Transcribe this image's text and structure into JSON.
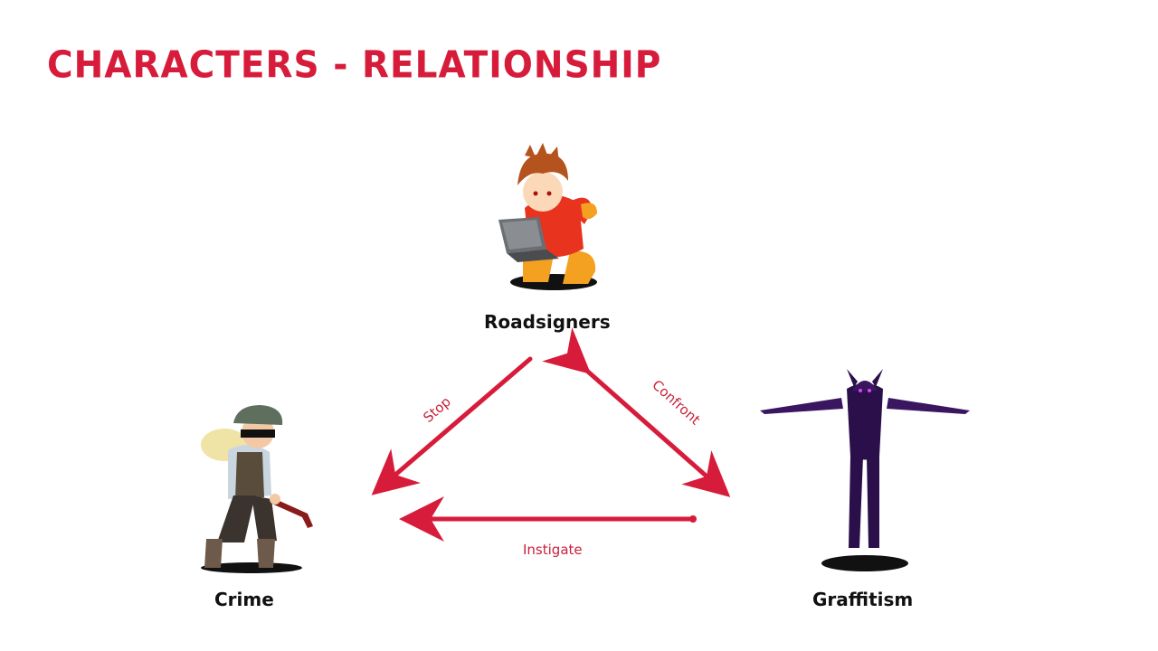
{
  "slide": {
    "title": "CHARACTERS - RELATIONSHIP",
    "accent_color": "#d61c3a"
  },
  "nodes": [
    {
      "id": "roadsigners",
      "label": "Roadsigners",
      "icon": "hacker-character-icon"
    },
    {
      "id": "crime",
      "label": "Crime",
      "icon": "thief-character-icon"
    },
    {
      "id": "graffitism",
      "label": "Graffitism",
      "icon": "purple-creature-icon"
    }
  ],
  "edges": [
    {
      "from": "roadsigners",
      "to": "crime",
      "label": "Stop"
    },
    {
      "from": "graffitism",
      "to": "roadsigners",
      "label": "Confront",
      "bidirectional": true
    },
    {
      "from": "graffitism",
      "to": "crime",
      "label": "Instigate"
    }
  ]
}
